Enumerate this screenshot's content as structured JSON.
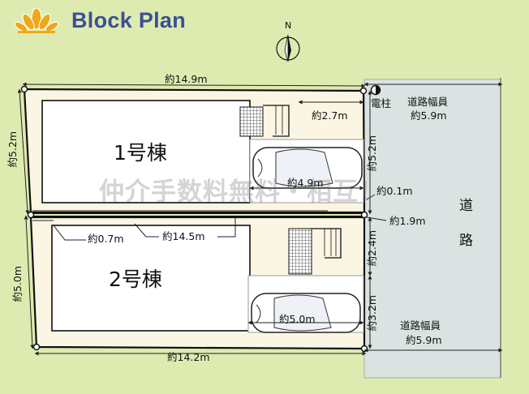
{
  "header": {
    "title": "Block Plan"
  },
  "compass": {
    "label": "N"
  },
  "buildings": {
    "b1": "1号棟",
    "b2": "2号棟"
  },
  "dimensions": {
    "top_width": "約14.9m",
    "bottom_width": "約14.2m",
    "left_height_1": "約5.2m",
    "left_height_2": "約5.0m",
    "right_height_1": "約5.2m",
    "right_height_2a": "約2.4m",
    "right_height_2b": "約3.2m",
    "step_width": "約2.7m",
    "parking_1": "約4.9m",
    "parking_2": "約5.0m",
    "mid_offset_1": "約0.1m",
    "mid_offset_2": "約1.9m",
    "mid_left": "約0.7m",
    "mid_width": "約14.5m"
  },
  "labels": {
    "pole": "電柱",
    "road_width_top_1": "道路幅員",
    "road_width_top_2": "約5.9m",
    "road_width_bottom_1": "道路幅員",
    "road_width_bottom_2": "約5.9m",
    "road_char_1": "道",
    "road_char_2": "路",
    "watermark": "仲介手数料無料・相互！"
  },
  "colors": {
    "background": "#ddebb0",
    "road": "#dbe3e2",
    "title": "#3b4f97",
    "logo": "#f0a818"
  }
}
